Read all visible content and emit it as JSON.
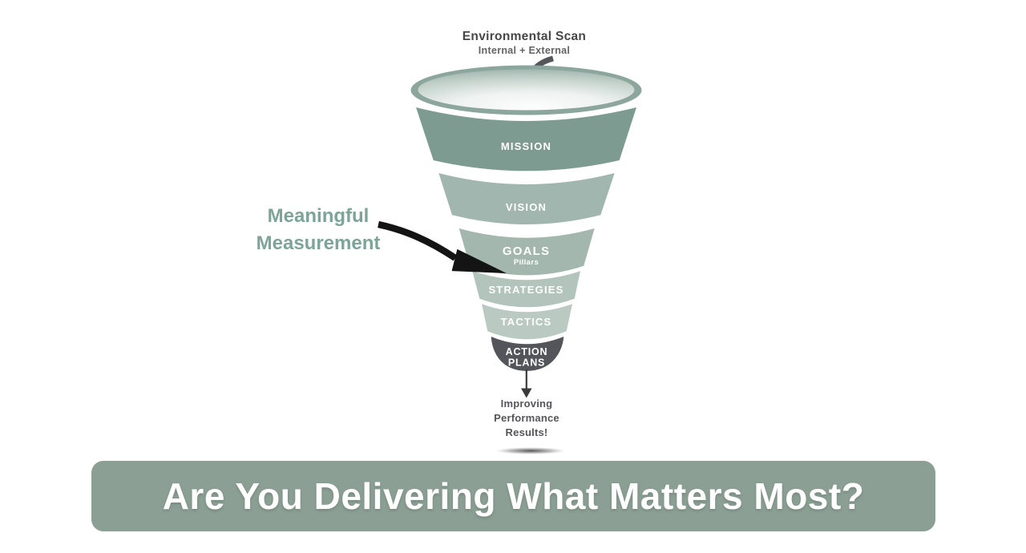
{
  "header": {
    "title": "Environmental Scan",
    "subtitle": "Internal + External",
    "arrow_icon": "curved-down-arrow",
    "arrow_color": "#55565A"
  },
  "funnel": {
    "rim_color": "#8CA69D",
    "label_color": "#FFFFFF",
    "stages": [
      {
        "label": "MISSION",
        "color": "#7E9B92"
      },
      {
        "label": "VISION",
        "color": "#A1B6AE"
      },
      {
        "label": "GOALS",
        "sublabel": "Pillars",
        "color": "#A3B7AF"
      },
      {
        "label": "STRATEGIES",
        "color": "#B3C4BD"
      },
      {
        "label": "TACTICS",
        "color": "#BACAC2"
      },
      {
        "label": "ACTION",
        "label2": "PLANS",
        "color": "#54555A"
      }
    ]
  },
  "annotation": {
    "label": "Meaningful Measurement",
    "color": "#7CA497",
    "arrow_icon": "curved-right-arrow",
    "arrow_color": "#141414"
  },
  "outcome": {
    "text": "Improving Performance Results!",
    "arrow_icon": "down-arrow",
    "arrow_color": "#3A3A3C",
    "color": "#55565A"
  },
  "banner": {
    "text": "Are You Delivering What Matters Most?",
    "background": "#8B9F94",
    "text_color": "#FFFFFF"
  }
}
